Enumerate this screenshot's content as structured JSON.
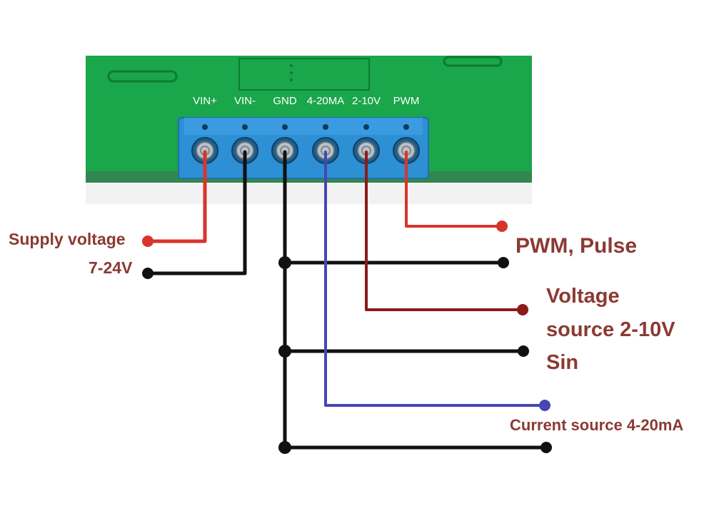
{
  "terminals": [
    {
      "name": "VIN+"
    },
    {
      "name": "VIN-"
    },
    {
      "name": "GND"
    },
    {
      "name": "4-20MA"
    },
    {
      "name": "2-10V"
    },
    {
      "name": "PWM"
    }
  ],
  "labels": {
    "supply_voltage": "Supply voltage",
    "supply_range": "7-24V",
    "pwm": "PWM, Pulse",
    "voltage_line1": "Voltage",
    "voltage_line2": "source 2-10V",
    "voltage_line3": "Sin",
    "current": "Current source 4-20mA"
  },
  "colors": {
    "board": "#1aa64a",
    "terminal_block": "#2d8fd4",
    "wire_red": "#d9342b",
    "wire_black": "#111111",
    "wire_blue": "#4646b4",
    "wire_darkred": "#8b1a1a",
    "label_text": "#8b3a32"
  }
}
